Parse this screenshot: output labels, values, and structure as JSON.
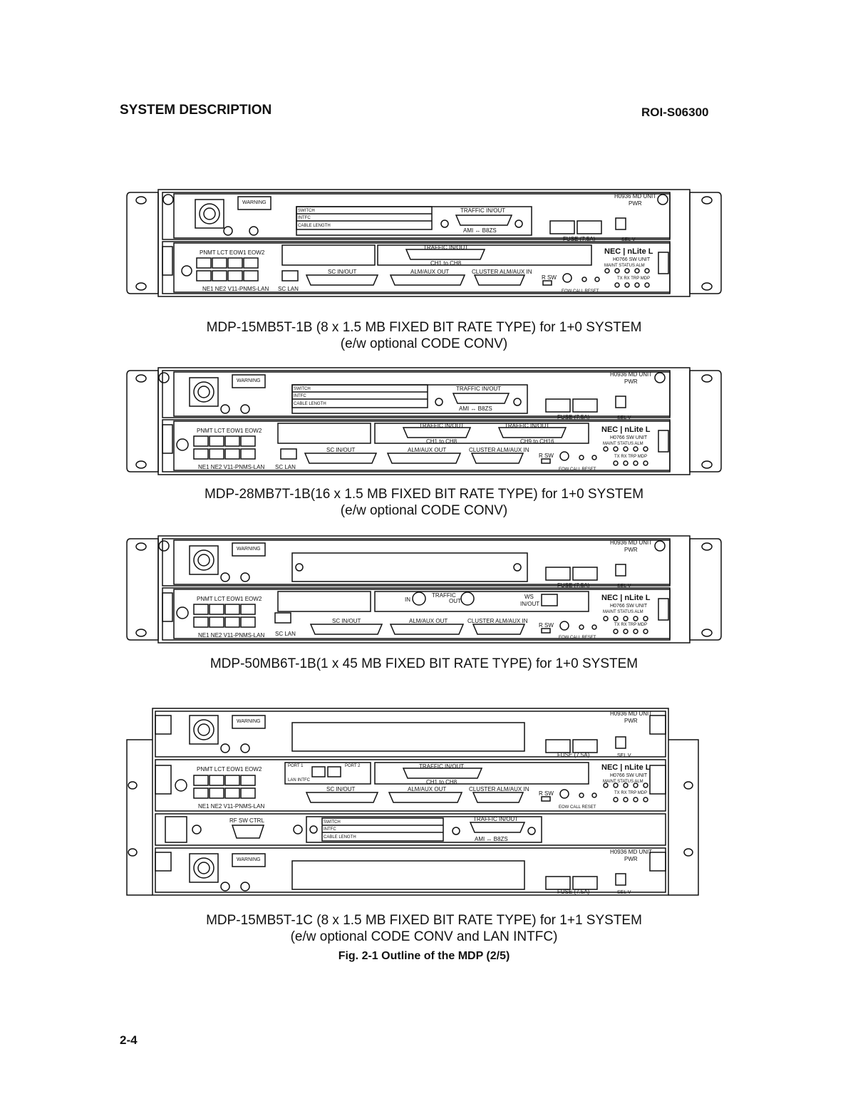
{
  "header": {
    "section_title": "SYSTEM DESCRIPTION",
    "doc_id": "ROI-S06300"
  },
  "labels": {
    "md_unit": "H0936 MD UNIT",
    "pwr": "PWR",
    "fuse": "FUSE (7.5A)",
    "sel_v": "SEL V",
    "warning": "WARNING",
    "switch": "SWITCH",
    "intfc": "INTFC",
    "cable_length": "CABLE LENGTH",
    "traffic_inout": "TRAFFIC IN/OUT",
    "ami_b8zs": "AMI ↔ B8ZS",
    "pnmt_row": "PNMT  LCT  EOW1  EOW2",
    "ne_row": "NE1  NE2  V11-PNMS-LAN",
    "sc_lan": "SC LAN",
    "sc_inout": "SC IN/OUT",
    "alm_aux_out": "ALM/AUX OUT",
    "cluster_alm": "CLUSTER ALM/AUX IN",
    "r_sw": "R SW",
    "eow_call_reset": "EOW  CALL  RESET",
    "brand": "NEC | nLite L",
    "sw_unit": "H0766 SW UNIT",
    "maint_status": "MAINT STATUS ALM",
    "tx_rx": "TX  RX  TRP MDP",
    "ch1_ch8": "CH1 to CH8",
    "ch9_ch16": "CH9 to CH16",
    "traffic": "TRAFFIC",
    "in": "IN",
    "out": "OUT",
    "ws": "WS",
    "in_out": "IN/OUT",
    "rf_sw_ctrl": "RF SW CTRL",
    "port1": "PORT 1",
    "port2": "PORT 2",
    "lan_intfc": "LAN INTFC"
  },
  "captions": [
    {
      "line1": "MDP-15MB5T-1B (8 x 1.5 MB FIXED BIT RATE TYPE) for 1+0 SYSTEM",
      "line2": "(e/w optional CODE CONV)"
    },
    {
      "line1": "MDP-28MB7T-1B(16 x 1.5 MB FIXED BIT RATE TYPE) for 1+0 SYSTEM",
      "line2": "(e/w optional CODE CONV)"
    },
    {
      "line1": "MDP-50MB6T-1B(1 x 45 MB FIXED BIT RATE TYPE) for 1+0 SYSTEM",
      "line2": ""
    },
    {
      "line1": "MDP-15MB5T-1C (8 x 1.5 MB FIXED BIT RATE TYPE) for 1+1 SYSTEM",
      "line2": "(e/w optional CODE CONV and LAN INTFC)"
    }
  ],
  "figure_caption": "Fig. 2-1  Outline of the MDP (2/5)",
  "page_number": "2-4"
}
